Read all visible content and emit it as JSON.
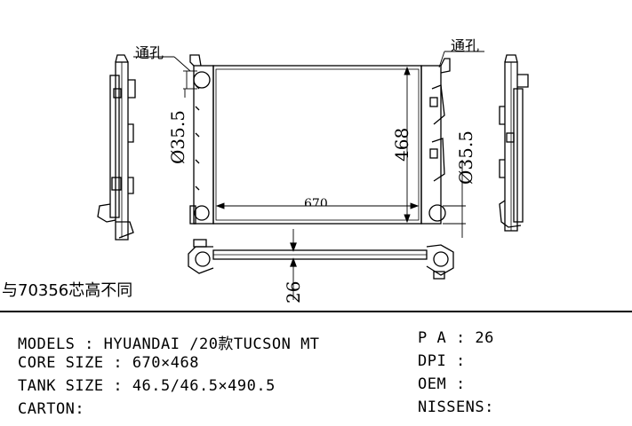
{
  "drawing": {
    "vent_label_left": "通孔",
    "vent_label_right": "通孔",
    "dim_width_left": "Ø35.5",
    "dim_height": "468",
    "dim_width_right": "Ø35.5",
    "dim_core_width": "670",
    "dim_tank": "26",
    "note": "与70356芯高不同"
  },
  "specs": {
    "models": "MODELS : HYUANDAI /20款TUCSON MT",
    "core_size": "CORE SIZE : 670×468",
    "tank_size": "TANK SIZE : 46.5/46.5×490.5",
    "carton": "CARTON:",
    "pa": "P A : 26",
    "dpi": "DPI :",
    "oem": "OEM :",
    "nissens": "NISSENS:"
  }
}
